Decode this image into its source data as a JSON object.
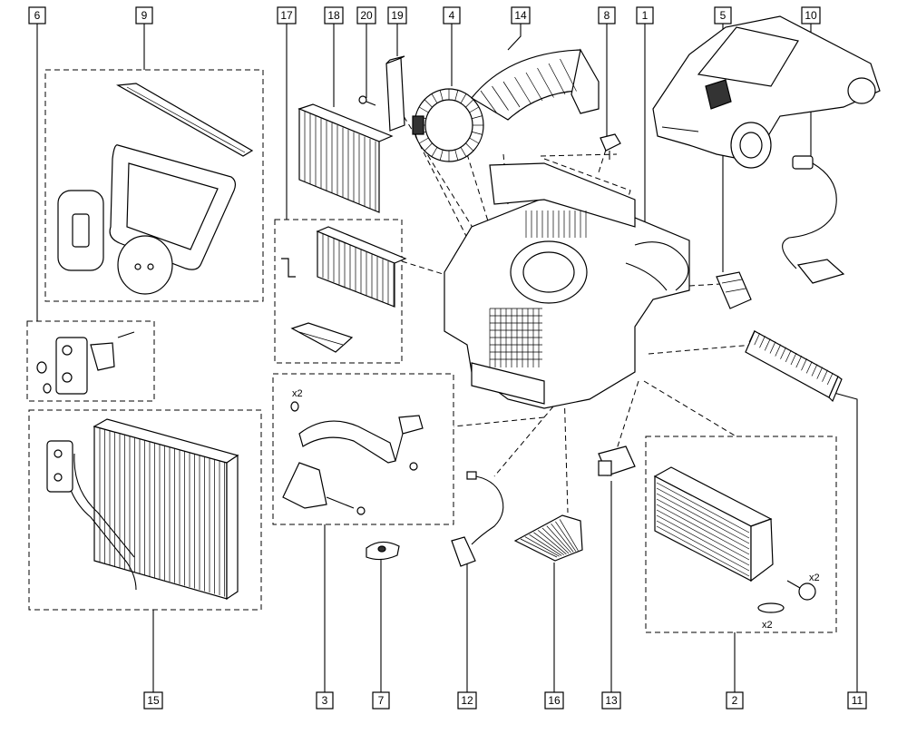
{
  "callouts": {
    "c1": "1",
    "c2": "2",
    "c3": "3",
    "c4": "4",
    "c5": "5",
    "c6": "6",
    "c7": "7",
    "c8": "8",
    "c9": "9",
    "c10": "10",
    "c11": "11",
    "c12": "12",
    "c13": "13",
    "c14": "14",
    "c15": "15",
    "c16": "16",
    "c17": "17",
    "c18": "18",
    "c19": "19",
    "c20": "20"
  },
  "annotations": {
    "qty_hose": "x2",
    "qty_bolt": "x2",
    "qty_ring": "x2"
  }
}
